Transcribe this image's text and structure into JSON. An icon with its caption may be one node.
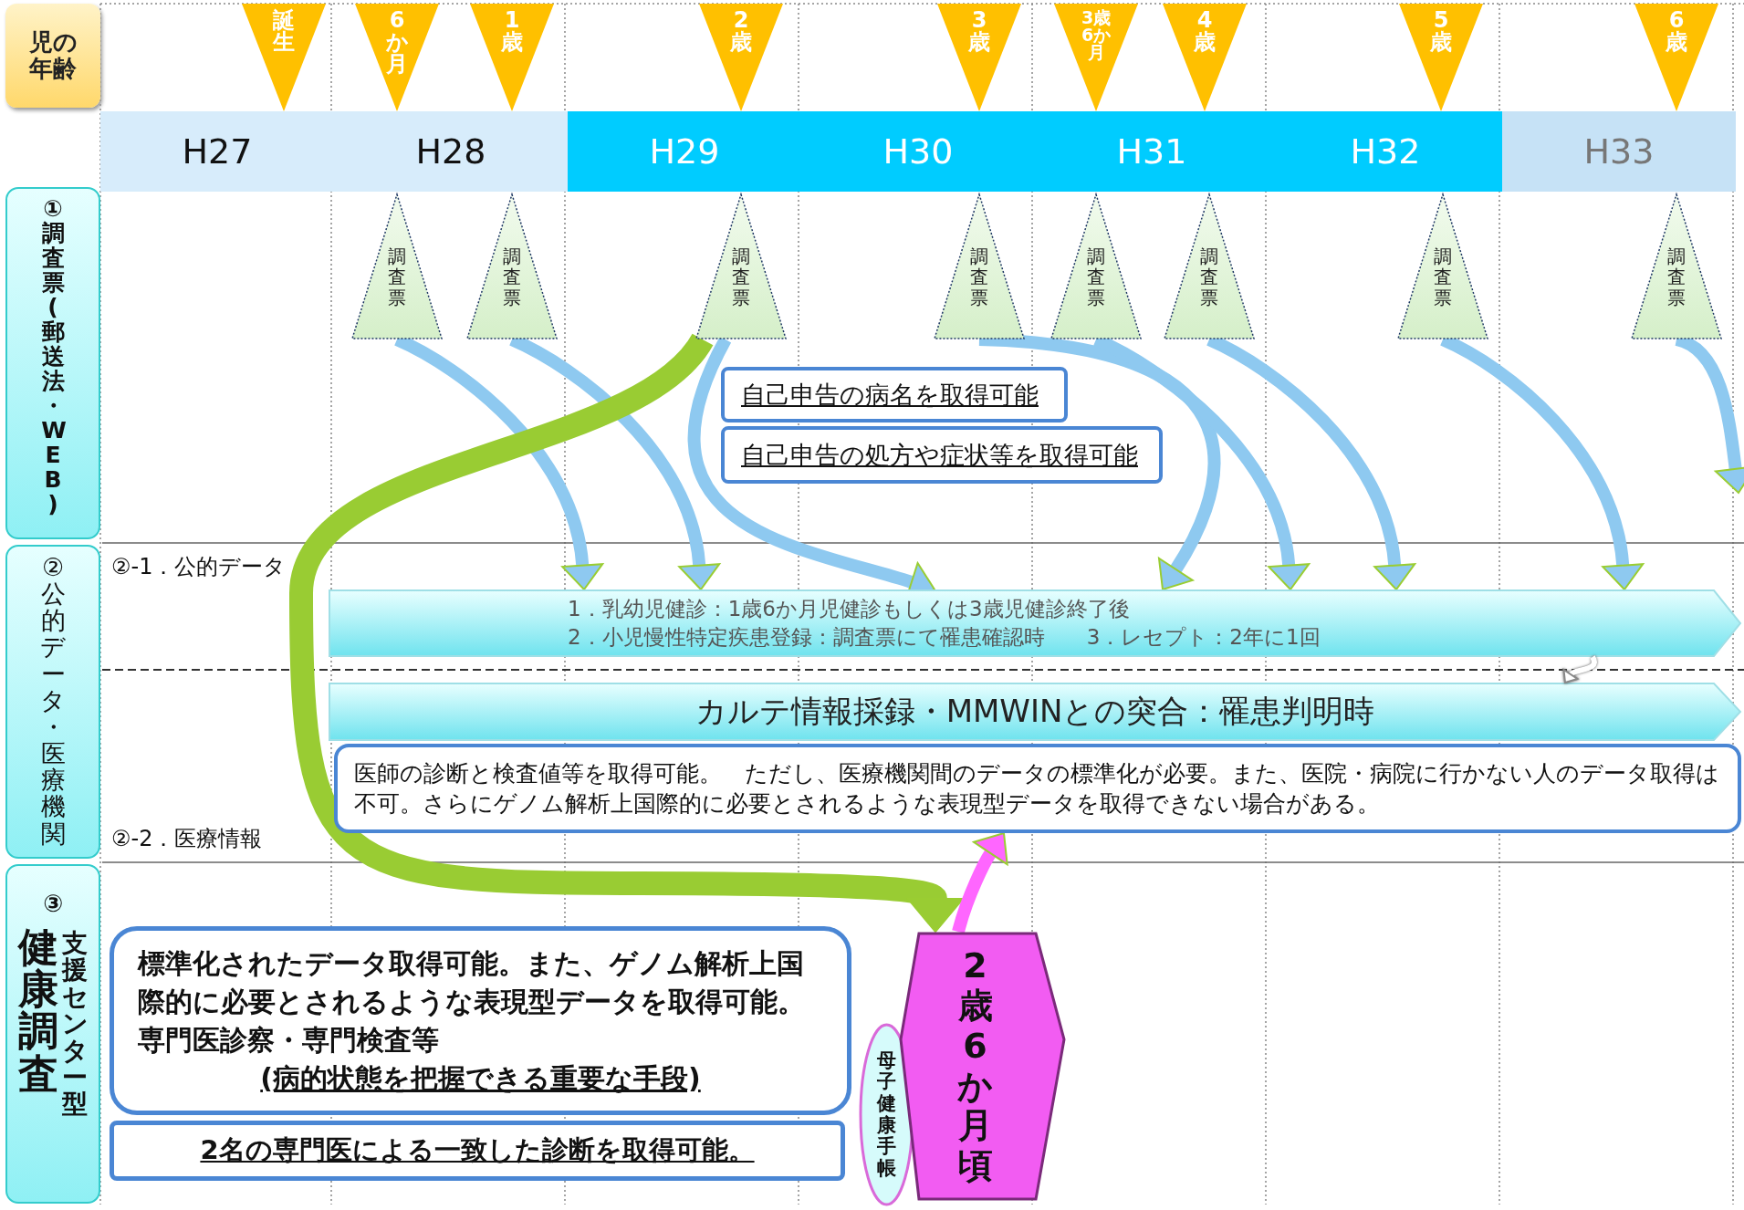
{
  "diagram": {
    "nodes": [
      {
        "text": [
          "児の年齢"
        ]
      },
      {
        "text": [
          "誕生"
        ]
      },
      {
        "text": [
          "6か月"
        ]
      },
      {
        "text": [
          "1歳"
        ]
      },
      {
        "text": [
          "2歳"
        ]
      },
      {
        "text": [
          "3歳"
        ]
      },
      {
        "text": [
          "3歳6か月"
        ]
      },
      {
        "text": [
          "4歳"
        ]
      },
      {
        "text": [
          "5歳"
        ]
      },
      {
        "text": [
          "6歳"
        ]
      },
      {
        "text": [
          "H27"
        ]
      },
      {
        "text": [
          "H28"
        ]
      },
      {
        "text": [
          "H29"
        ]
      },
      {
        "text": [
          "H30"
        ]
      },
      {
        "text": [
          "H31"
        ]
      },
      {
        "text": [
          "H32"
        ]
      },
      {
        "text": [
          "H33"
        ]
      },
      {
        "text": [
          "①調査票(郵送法・WEB)"
        ]
      },
      {
        "text": [
          "②公的データ・医療機関"
        ]
      },
      {
        "text": [
          "③",
          "健康調査",
          "支援センター型"
        ]
      },
      {
        "text": [
          "調査票"
        ]
      },
      {
        "text": [
          "調査票"
        ]
      },
      {
        "text": [
          "調査票"
        ]
      },
      {
        "text": [
          "調査票"
        ]
      },
      {
        "text": [
          "調査票"
        ]
      },
      {
        "text": [
          "調査票"
        ]
      },
      {
        "text": [
          "調査票"
        ]
      },
      {
        "text": [
          "調査票"
        ]
      },
      {
        "text": [
          "自己申告の病名を取得可能"
        ]
      },
      {
        "text": [
          "自己申告の処方や症状等を取得可能"
        ]
      },
      {
        "text": [
          "1．乳幼児健診：1歳6か月児健診もしくは3歳児健診終了後",
          "2．小児慢性特定疾患登録：調査票にて罹患確認時　　3．レセプト：2年に1回"
        ]
      },
      {
        "text": [
          "カルテ情報採録・MMWINとの突合：罹患判明時"
        ]
      },
      {
        "text": [
          "医師の診断と検査値等を取得可能。　ただし、医療機関間のデータの標準化が必要。また、医院・病院に行かない人のデータ取得は不可。さらにゲノム解析上国際的に必要とされるような表現型データを取得できない場合がある。"
        ]
      },
      {
        "text": [
          "標準化されたデータ取得可能。また、ゲノム解析上国際的に必要とされるような表現型データを取得可能。専門医診察・専門検査等",
          "(病的状態を把握できる重要な手段)"
        ]
      },
      {
        "text": [
          "2名の専門医による一致した診断を取得可能。"
        ]
      },
      {
        "text": [
          "母子健康手帳"
        ]
      },
      {
        "text": [
          "2歳6か月頃"
        ]
      }
    ],
    "edges": [
      {
        "from": 20,
        "to": 30,
        "arrow": "to"
      },
      {
        "from": 21,
        "to": 30,
        "arrow": "to"
      },
      {
        "from": 22,
        "to": 30,
        "arrow": "to"
      },
      {
        "from": 22,
        "to": 36,
        "arrow": "to",
        "style": "thick",
        "color": "#99cc33"
      },
      {
        "from": 23,
        "to": 30,
        "arrow": "to"
      },
      {
        "from": 24,
        "to": 30,
        "arrow": "to"
      },
      {
        "from": 25,
        "to": 30,
        "arrow": "to"
      },
      {
        "from": 26,
        "to": 30,
        "arrow": "to"
      },
      {
        "from": 27,
        "to": null,
        "arrow": "to"
      },
      {
        "from": 36,
        "to": 32,
        "arrow": "to",
        "color": "#ff66ff"
      },
      {
        "from": 30,
        "to": 31,
        "arrow": "to",
        "color": "#ffffff"
      }
    ],
    "labels": [
      "②-1．公的データ",
      "②-2．医療情報"
    ]
  }
}
